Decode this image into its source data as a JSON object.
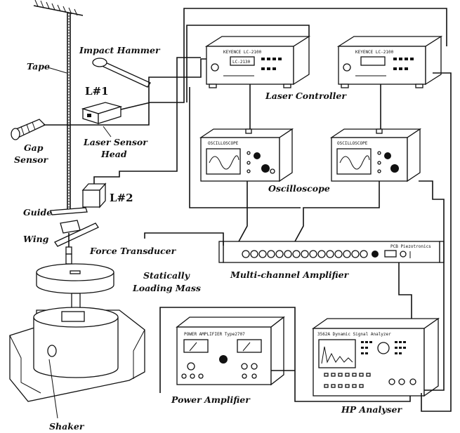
{
  "labels": {
    "tape": "Tape",
    "impact_hammer": "Impact Hammer",
    "laser_1": "L#1",
    "laser_2": "L#2",
    "gap_sensor_1": "Gap",
    "gap_sensor_2": "Sensor",
    "laser_head_1": "Laser Sensor",
    "laser_head_2": "Head",
    "laser_controller": "Laser Controller",
    "oscilloscope": "Oscilloscope",
    "guide": "Guide",
    "wing": "Wing",
    "force_transducer": "Force Transducer",
    "mass_1": "Statically",
    "mass_2": "Loading Mass",
    "multichannel_amp": "Multi-channel Amplifier",
    "power_amp": "Power Amplifier",
    "hp_analyser": "HP Analyser",
    "shaker": "Shaker"
  },
  "panel_text": {
    "laser_ctrl_brand_1": "KEYENCE LC-2100",
    "laser_ctrl_brand_2": "KEYENCE LC-2100",
    "laser_ctrl_display": "LC-2130",
    "scope_1": "OSCILLOSCOPE",
    "scope_2": "OSCILLOSCOPE",
    "pcb": "PCB Piezotronics",
    "power_amp_panel": "POWER AMPLIFIER Type2707",
    "hp_panel": "3562A Dynamic Signal Analyzer"
  }
}
